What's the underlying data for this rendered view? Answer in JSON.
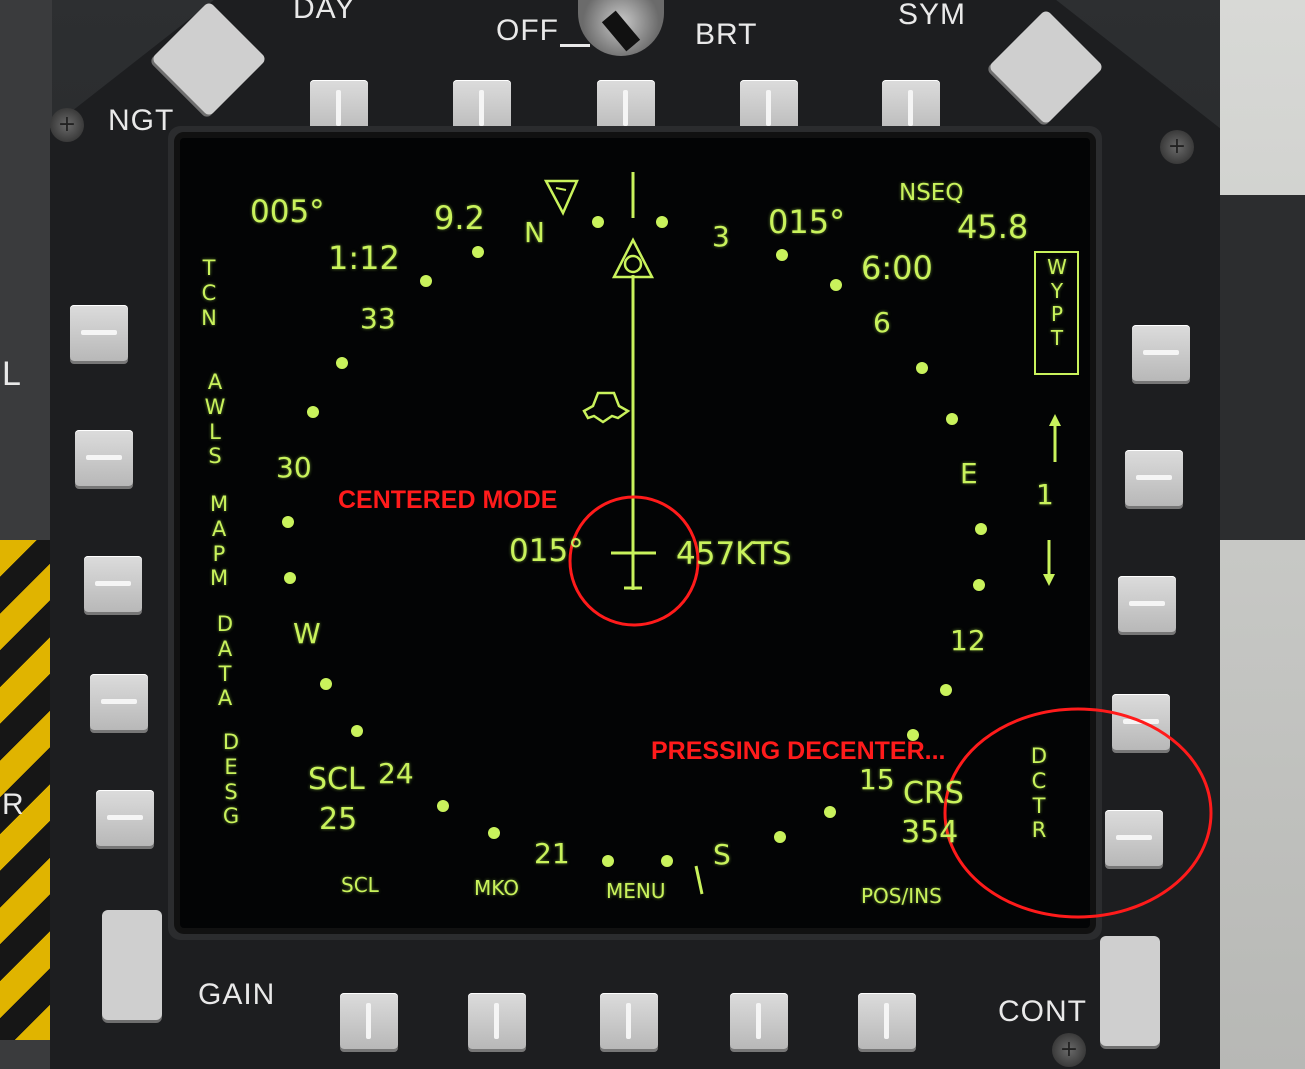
{
  "bezel": {
    "top_labels": {
      "day": "DAY",
      "off": "OFF",
      "brt": "BRT",
      "sym": "SYM",
      "ngt": "NGT"
    },
    "bottom_labels": {
      "gain": "GAIN",
      "cont": "CONT"
    },
    "left_panel_letters": {
      "l": "L",
      "r": "R"
    }
  },
  "hsi": {
    "top_left": {
      "heading_set": "005°",
      "distance": "9.2",
      "time": "1:12"
    },
    "top_right": {
      "course": "015°",
      "nseq": "NSEQ",
      "distance": "45.8",
      "time": "6:00"
    },
    "compass": {
      "N": "N",
      "3": "3",
      "6": "6",
      "E": "E",
      "12": "12",
      "15": "15",
      "S": "S",
      "21": "21",
      "24": "24",
      "W": "W",
      "30": "30",
      "33": "33"
    },
    "center": {
      "heading": "015°",
      "speed": "457KTS"
    },
    "left_osb_menu": [
      {
        "letters": [
          "T",
          "C",
          "N"
        ]
      },
      {
        "letters": [
          "A",
          "W",
          "L",
          "S"
        ]
      },
      {
        "letters": [
          "M",
          "A",
          "P",
          "M"
        ]
      },
      {
        "letters": [
          "D",
          "A",
          "T",
          "A"
        ]
      },
      {
        "letters": [
          "D",
          "E",
          "S",
          "G"
        ]
      }
    ],
    "right_osb_menu": {
      "wypt": [
        "W",
        "Y",
        "P",
        "T"
      ],
      "waypoint_number": "1",
      "dctr": [
        "D",
        "C",
        "T",
        "R"
      ]
    },
    "scale": {
      "label": "SCL",
      "value": "25"
    },
    "course_readout": {
      "label": "CRS",
      "value": "354"
    },
    "bottom_menu": [
      "SCL",
      "MKO",
      "MENU",
      "POS/INS"
    ]
  },
  "annotations": {
    "centered_mode": "CENTERED MODE",
    "pressing_decenter": "PRESSING DECENTER...",
    "circle_color": "#ff1b1b"
  },
  "colors": {
    "symbology": "#c9f25c",
    "screen": "#030405"
  },
  "icons": [
    "north-arrow-icon",
    "waypoint-icon",
    "aircraft-symbol-icon",
    "tacan-icon",
    "up-arrow-icon",
    "down-arrow-icon",
    "course-line-icon"
  ]
}
